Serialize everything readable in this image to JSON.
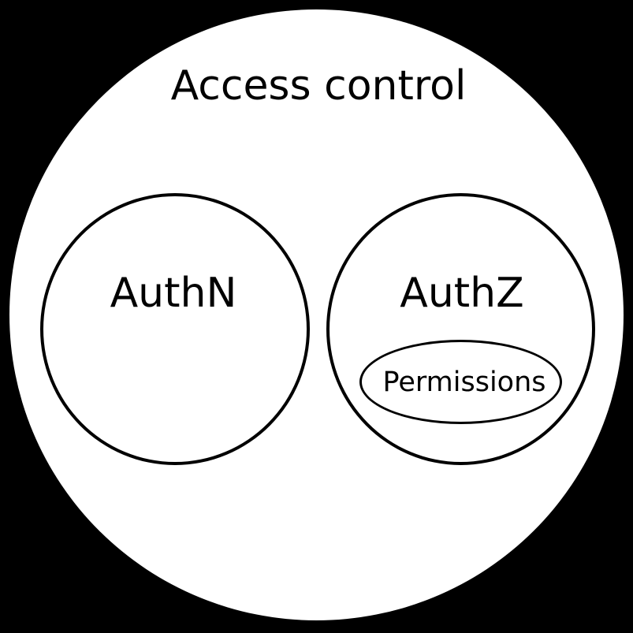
{
  "title": "Access control",
  "sets": {
    "access_control": {
      "label": "Access control"
    },
    "authn": {
      "label": "AuthN"
    },
    "authz": {
      "label": "AuthZ"
    },
    "permissions": {
      "label": "Permissions"
    }
  },
  "colors": {
    "background": "#000000",
    "set_fill": "#ffffff",
    "outline": "#000000",
    "text": "#000000"
  }
}
